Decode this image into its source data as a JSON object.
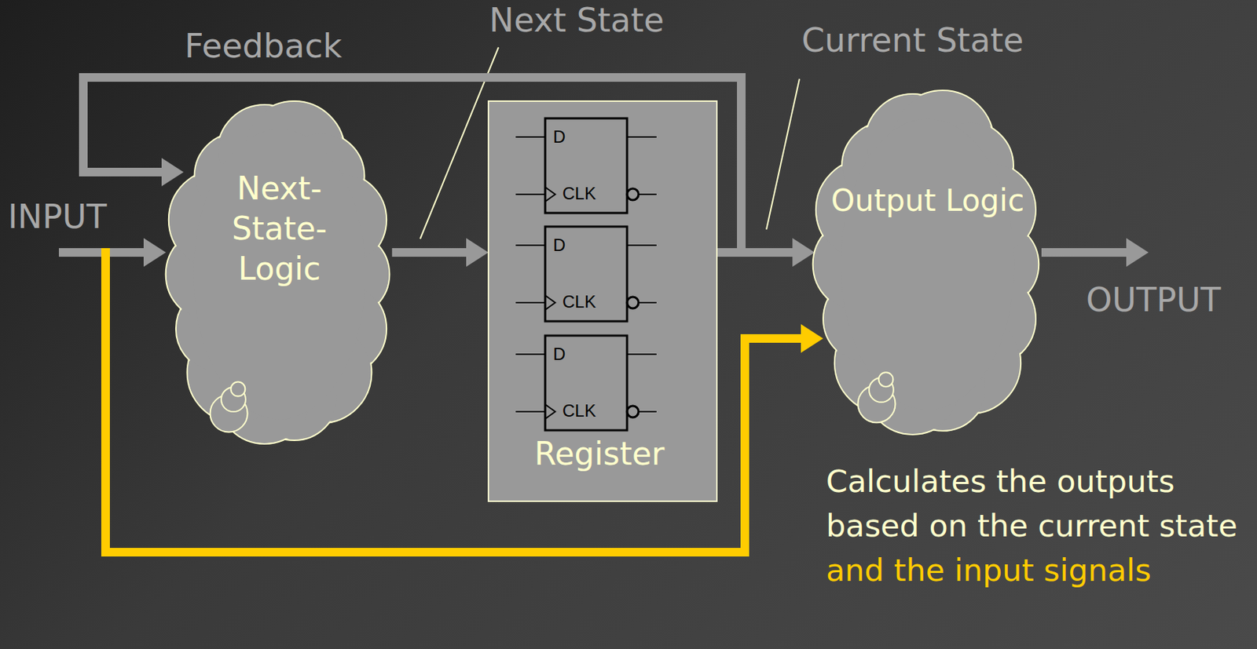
{
  "diagram": {
    "nodes": [
      {
        "text": [
          "Next- State- Logic"
        ]
      },
      {
        "text": [
          "Register"
        ]
      },
      {
        "text": [
          "Output Logic"
        ]
      }
    ],
    "edges": [
      {
        "from": 0,
        "to": 1,
        "arrow": "to"
      },
      {
        "from": 1,
        "to": 2,
        "arrow": "to"
      },
      {
        "from": 1,
        "to": 0,
        "arrow": "to"
      }
    ],
    "labels": [
      "Feedback",
      "Next State",
      "Current State",
      "INPUT",
      "D",
      "CLK",
      "D",
      "CLK",
      "D",
      "CLK",
      "OUTPUT",
      "Calculates the outputs based on the current state",
      "and the input signals"
    ]
  }
}
